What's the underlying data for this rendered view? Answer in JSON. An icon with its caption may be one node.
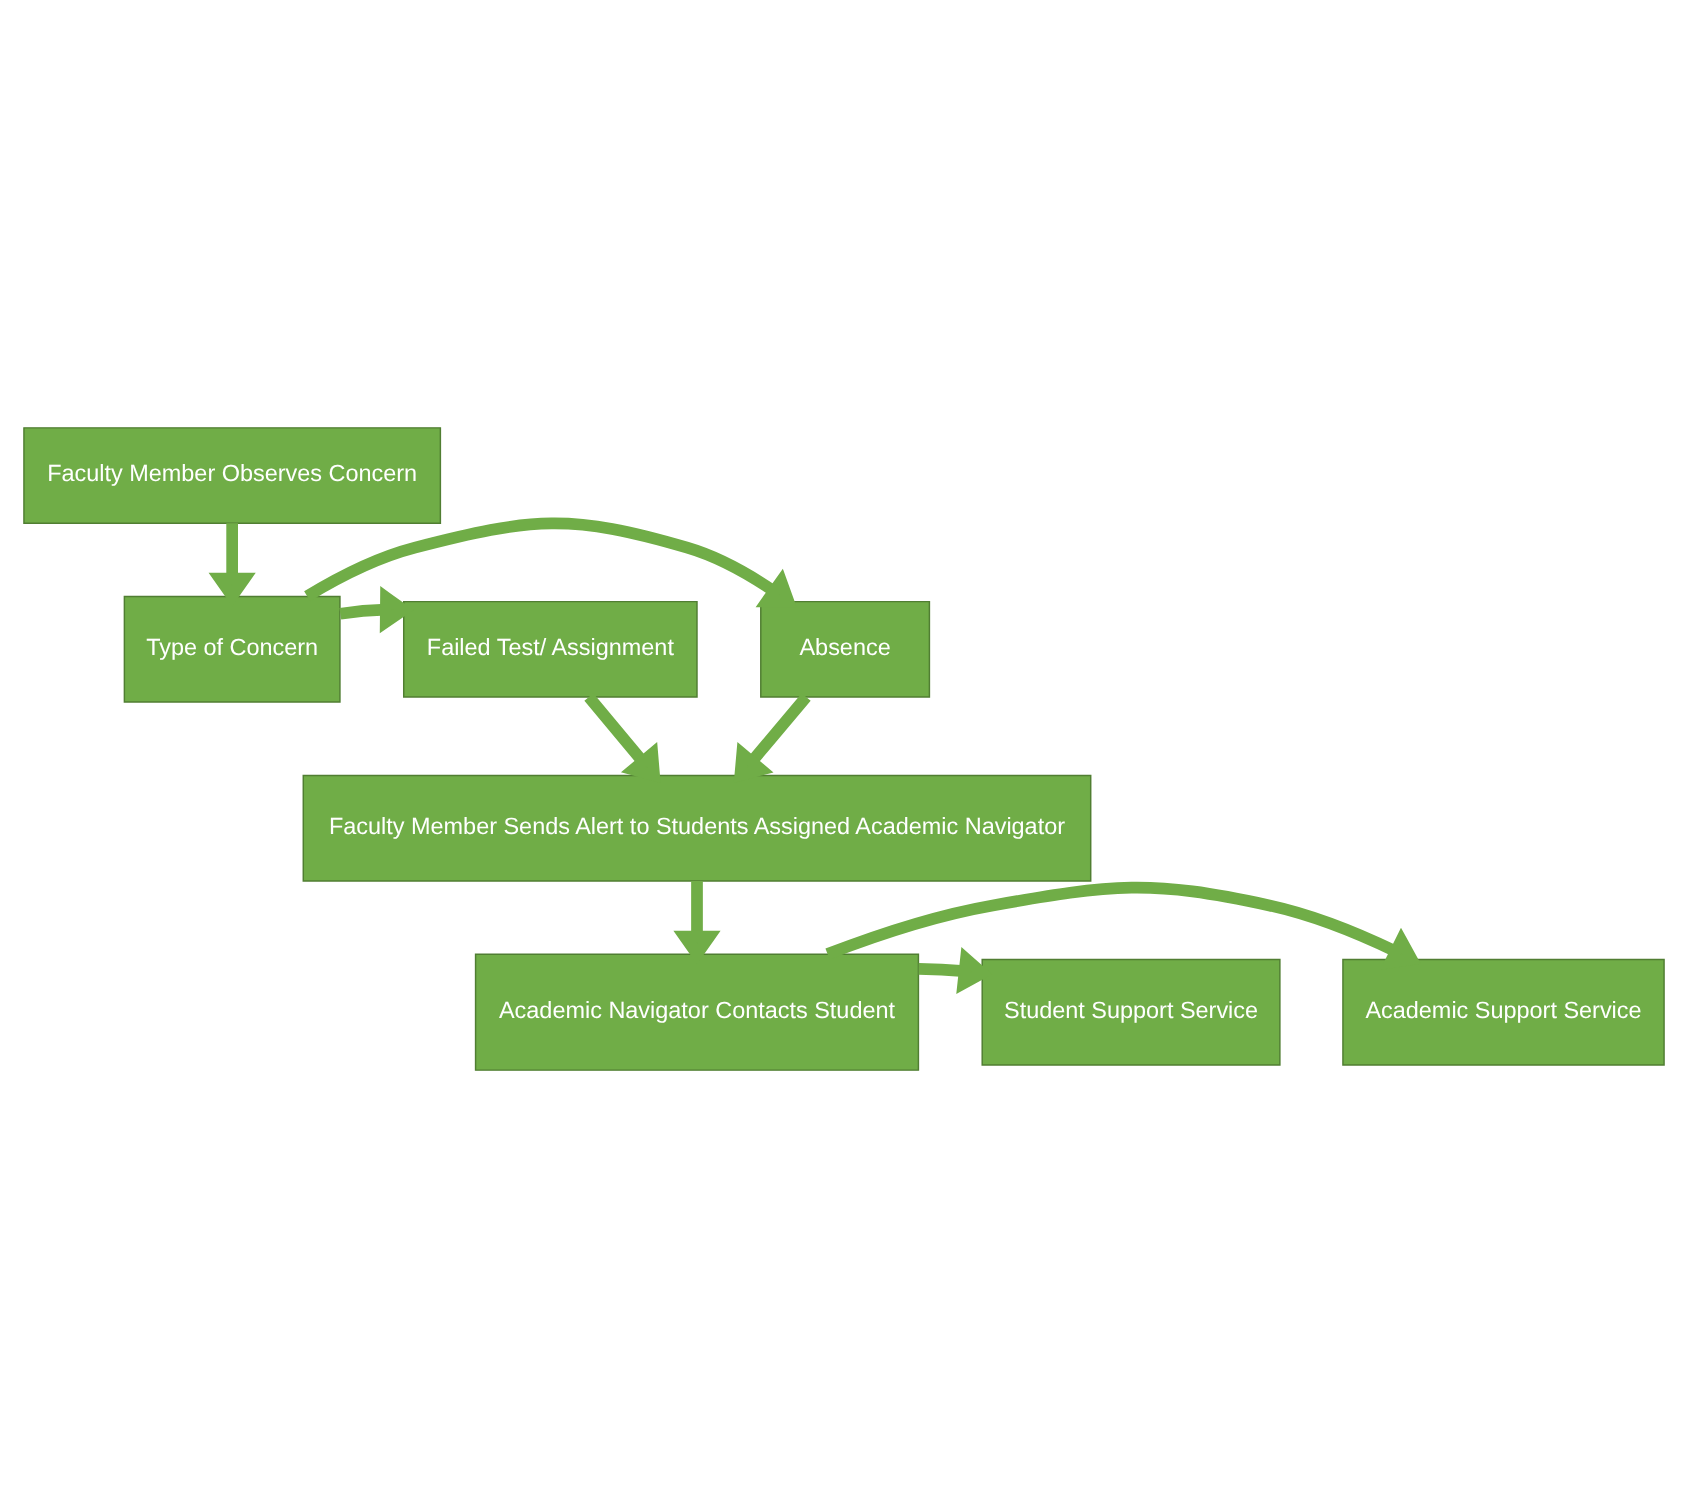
{
  "diagram": {
    "nodes": [
      {
        "text": [
          "Faculty Member Observes Concern"
        ]
      },
      {
        "text": [
          "Absence"
        ]
      },
      {
        "text": [
          "Type of Concern"
        ]
      },
      {
        "text": [
          "Failed Test/ Assignment"
        ]
      },
      {
        "text": [
          "Faculty Member Sends Alert to Students Assigned Academic Navigator"
        ]
      },
      {
        "text": [
          "Academic Support Service"
        ]
      },
      {
        "text": [
          "Academic Navigator Contacts Student"
        ]
      },
      {
        "text": [
          "Student Support Service"
        ]
      }
    ],
    "edges": [
      {
        "from": 0,
        "to": 2,
        "arrow": "to"
      },
      {
        "from": 2,
        "to": 1,
        "arrow": "to"
      },
      {
        "from": 2,
        "to": 3,
        "arrow": "to"
      },
      {
        "from": 1,
        "to": 4,
        "arrow": "to"
      },
      {
        "from": 3,
        "to": 4,
        "arrow": "to"
      },
      {
        "from": 4,
        "to": 6,
        "arrow": "to"
      },
      {
        "from": 6,
        "to": 5,
        "arrow": "to"
      },
      {
        "from": 6,
        "to": 7,
        "arrow": "to"
      }
    ]
  }
}
